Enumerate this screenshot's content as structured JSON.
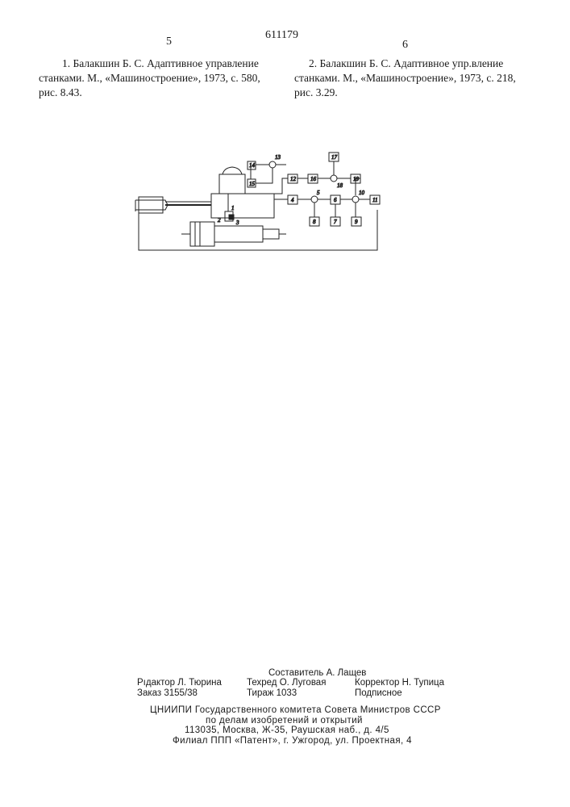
{
  "header": {
    "doc_number": "611179",
    "col_left_num": "5",
    "col_right_num": "6"
  },
  "references": {
    "ref1_line1": "1. Балакшин Б. С. Адаптивное управление",
    "ref1_line2": "станками. М., «Машиностроение», 1973, с. 580,",
    "ref1_line3": "рис. 8.43.",
    "ref2_line1": "2. Балакшин Б. С. Адаптивное упр.вление",
    "ref2_line2": "станками. М., «Машиностроение», 1973, с. 218,",
    "ref2_line3": "рис. 3.29."
  },
  "figure": {
    "labels": [
      "1",
      "2",
      "3",
      "4",
      "5",
      "6",
      "7",
      "8",
      "9",
      "10",
      "11",
      "12",
      "13",
      "14",
      "15",
      "16",
      "17",
      "18",
      "19"
    ]
  },
  "imprint": {
    "compiler": "Составитель А. Лащев",
    "editor": "Рıдактор Л. Тюрина",
    "techred": "Техред О. Луговая",
    "corrector": "Корректор Н. Тупица",
    "order": "Заказ 3155/38",
    "circulation": "Тираж 1033",
    "subscription": "Подписное",
    "org_line1": "ЦНИИПИ Государственного комитета Совета Министров СССР",
    "org_line2": "по делам изобретений и открытий",
    "org_line3": "113035, Москва, Ж-35, Раушская наб., д. 4/5",
    "org_line4": "Филиал ППП «Патент», г. Ужгород, ул. Проектная, 4"
  }
}
